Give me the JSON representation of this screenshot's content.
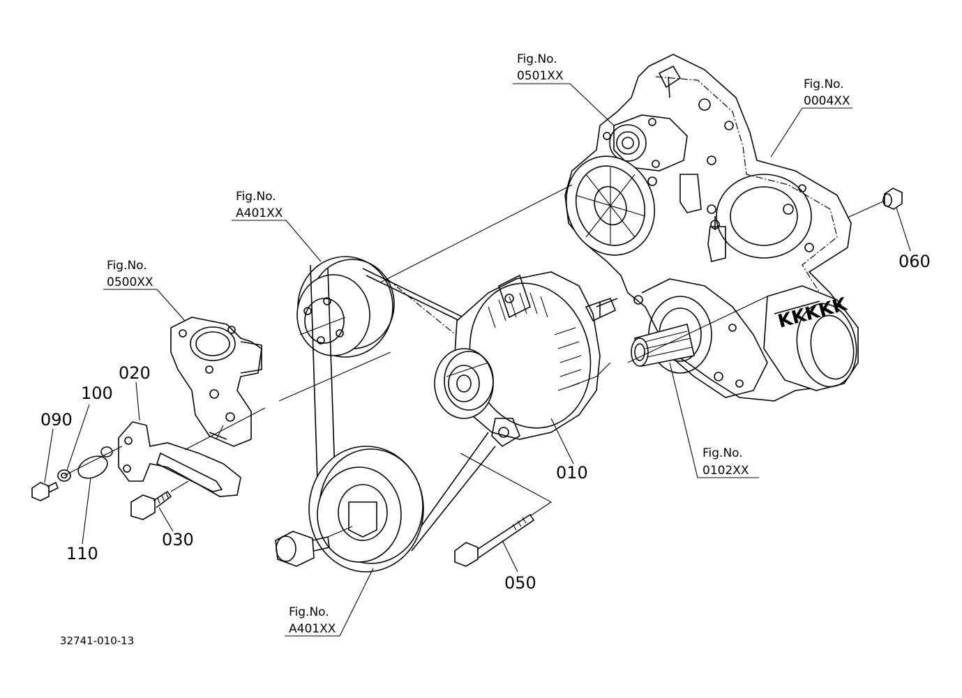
{
  "doc_id": "32741-010-13",
  "brand_text": "KKKKK",
  "fig_refs": [
    {
      "line1": "Fig.No.",
      "line2": "0501XX"
    },
    {
      "line1": "Fig.No.",
      "line2": "0004XX"
    },
    {
      "line1": "Fig.No.",
      "line2": "A401XX"
    },
    {
      "line1": "Fig.No.",
      "line2": "0500XX"
    },
    {
      "line1": "Fig.No.",
      "line2": "0102XX"
    },
    {
      "line1": "Fig.No.",
      "line2": "A401XX"
    }
  ],
  "parts": [
    {
      "number": "010"
    },
    {
      "number": "020"
    },
    {
      "number": "030"
    },
    {
      "number": "050"
    },
    {
      "number": "060"
    },
    {
      "number": "090"
    },
    {
      "number": "100"
    },
    {
      "number": "110"
    }
  ]
}
